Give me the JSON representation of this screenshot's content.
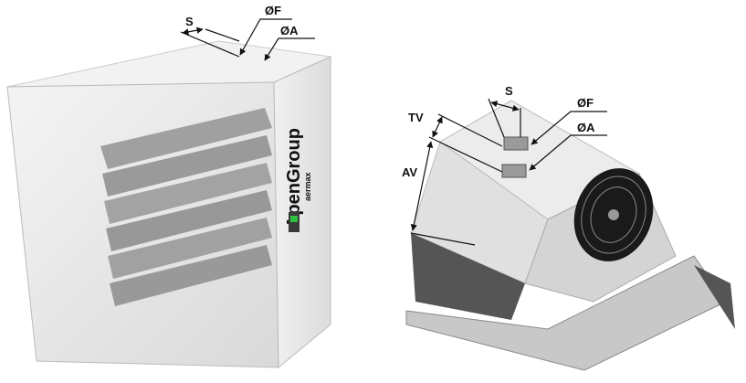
{
  "left_unit": {
    "labels": {
      "s": "S",
      "f": "ØF",
      "a": "ØA"
    },
    "logo": {
      "brand": "ApenGroup",
      "model": "aermax"
    },
    "colors": {
      "body": "#ececec",
      "louver": "#9a9a9a",
      "switch": "#2fbf3f"
    }
  },
  "right_unit": {
    "labels": {
      "s": "S",
      "f": "ØF",
      "a": "ØA",
      "tv": "TV",
      "av": "AV"
    },
    "colors": {
      "body": "#e2e2e2",
      "dark": "#555555",
      "fan": "#1a1a1a"
    }
  }
}
